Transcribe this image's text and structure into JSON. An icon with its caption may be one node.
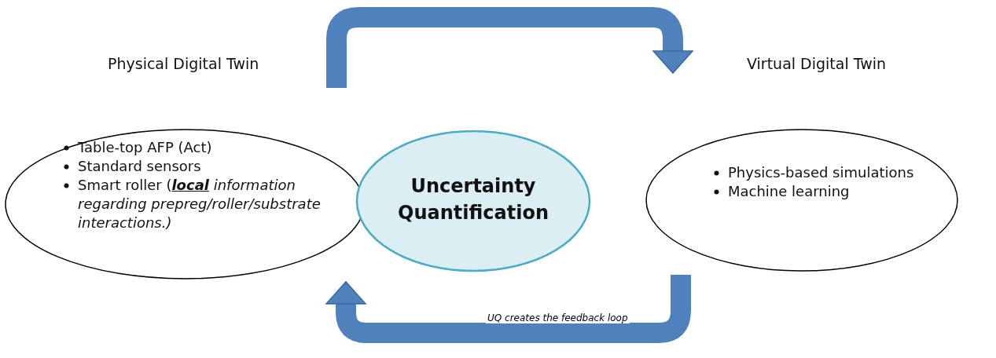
{
  "diagram": {
    "nodes": [
      {
        "text": [
          "Physical Digital Twin",
          "Table-top AFP (Act)",
          "Standard sensors",
          "Smart roller (**local** *information regarding prepreg/roller/substrate interactions.)*"
        ]
      },
      {
        "text": [
          "Uncertainty Quantification"
        ]
      },
      {
        "text": [
          "Virtual Digital Twin",
          "Physics-based simulations",
          "Machine learning"
        ]
      }
    ],
    "edges": [
      {
        "from": 0,
        "to": 2,
        "arrow": "to"
      },
      {
        "from": 2,
        "to": 0,
        "arrow": "to",
        "label": "UQ creates the feedback loop"
      }
    ]
  }
}
